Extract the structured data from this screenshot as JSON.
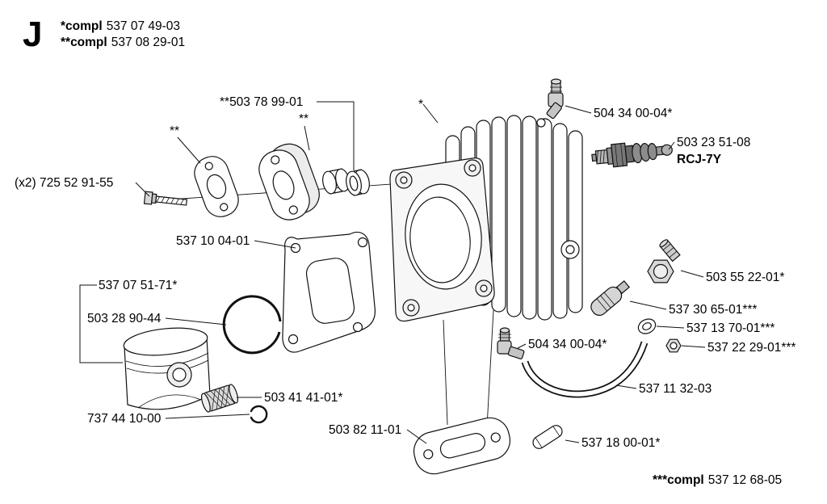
{
  "header": {
    "section_letter": "J",
    "note1_prefix": "*compl",
    "note1_number": "537 07 49-03",
    "note2_prefix": "**compl",
    "note2_number": "537 08 29-01"
  },
  "footer": {
    "note_prefix": "***compl",
    "note_number": "537 12 68-05"
  },
  "callouts": {
    "manifold": "**503 78 99-01",
    "mark_double_left": "**",
    "mark_double_mid": "**",
    "mark_single": "*",
    "elbow_top": "504 34 00-04*",
    "spark_plug": "503 23 51-08",
    "spark_plug_type": "RCJ-7Y",
    "screws": "(x2) 725 52 91-55",
    "heat_shield": "537 10 04-01",
    "piston_assy": "537 07 51-71*",
    "piston_ring": "503 28 90-44",
    "bearing": "503 41 41-01*",
    "circlip": "737 44 10-00",
    "base_gasket": "503 82 11-01",
    "elbow_mid": "504 34 00-04*",
    "plug_screw": "503 55 22-01*",
    "valve_fitting": "537 30 65-01***",
    "washer": "537 13 70-01***",
    "nut": "537 22 29-01***",
    "hose": "537 11 32-03",
    "fuel_line": "537 18 00-01*"
  },
  "colors": {
    "line": "#111111",
    "background": "#ffffff"
  }
}
